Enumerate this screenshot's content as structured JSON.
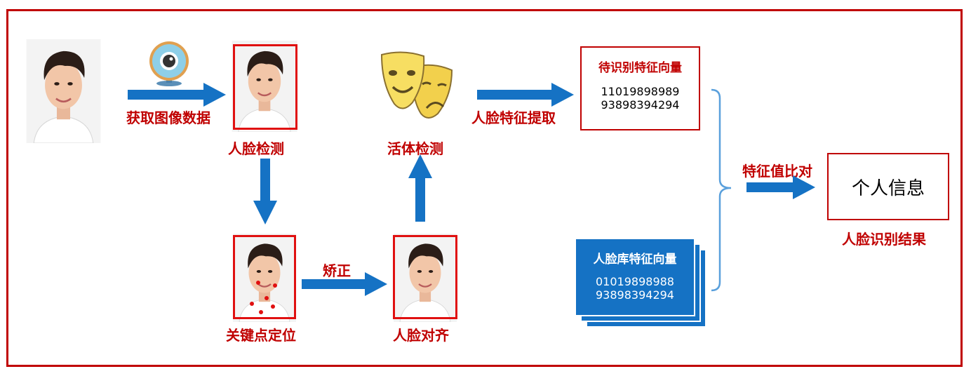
{
  "steps": {
    "acquire": "获取图像数据",
    "detect": "人脸检测",
    "landmark": "关键点定位",
    "correct": "矫正",
    "align": "人脸对齐",
    "liveness": "活体检测",
    "extract": "人脸特征提取",
    "compare": "特征值比对"
  },
  "query_vector": {
    "title": "待识别特征向量",
    "line1": "11019898989",
    "line2": "93898394294"
  },
  "db_vector": {
    "title": "人脸库特征向量",
    "line1": "01019898988",
    "line2": "93898394294"
  },
  "result": {
    "box_text": "个人信息",
    "caption": "人脸识别结果"
  },
  "colors": {
    "frame": "#c00000",
    "label": "#c00000",
    "arrow": "#1572c4",
    "bracket": "#5aa0dc",
    "face_box": "#e01010"
  },
  "icons": [
    "webcam-icon",
    "theater-masks-icon",
    "face-photo"
  ]
}
